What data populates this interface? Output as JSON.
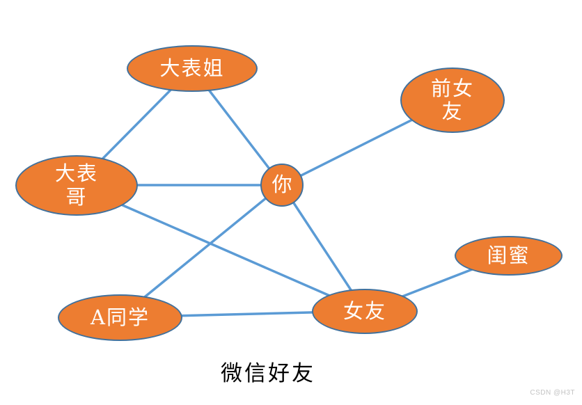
{
  "diagram": {
    "caption": "微信好友",
    "watermark": "CSDN @H3T",
    "colors": {
      "node_fill": "#ED7D31",
      "node_border": "#41719C",
      "edge": "#5B9BD5",
      "caption_text": "#000000",
      "watermark_text": "#C3C3C3"
    },
    "nodes": [
      {
        "id": "da-biao-jie",
        "label": "大表姐"
      },
      {
        "id": "qian-nv-you",
        "label": "前女\n友"
      },
      {
        "id": "da-biao-ge",
        "label": "大表\n哥"
      },
      {
        "id": "ni",
        "label": "你"
      },
      {
        "id": "a-tong-xue",
        "label": "A同学"
      },
      {
        "id": "nv-you",
        "label": "女友"
      },
      {
        "id": "gui-mi",
        "label": "闺蜜"
      }
    ],
    "edges": [
      {
        "from": "大表姐",
        "to": "大表哥"
      },
      {
        "from": "大表姐",
        "to": "你"
      },
      {
        "from": "你",
        "to": "前女友"
      },
      {
        "from": "大表哥",
        "to": "你"
      },
      {
        "from": "大表哥",
        "to": "女友"
      },
      {
        "from": "你",
        "to": "A同学"
      },
      {
        "from": "你",
        "to": "女友"
      },
      {
        "from": "A同学",
        "to": "女友"
      },
      {
        "from": "女友",
        "to": "闺蜜"
      }
    ]
  }
}
